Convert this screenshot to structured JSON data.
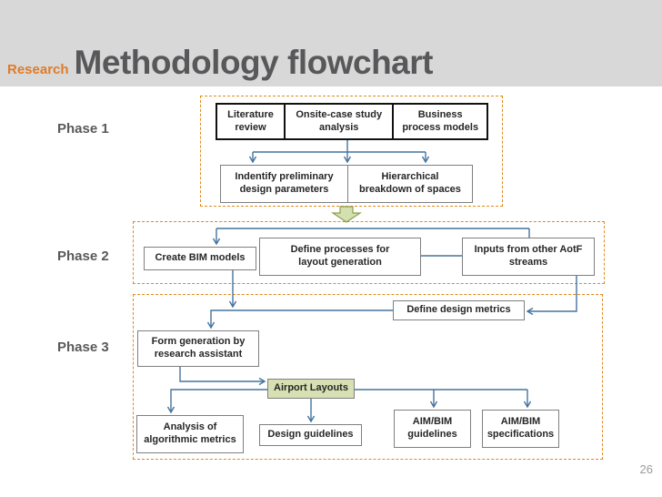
{
  "slide": {
    "title_prefix": "Research",
    "title_main": "Methodology flowchart",
    "page_number": "26"
  },
  "phases": [
    {
      "label": "Phase 1"
    },
    {
      "label": "Phase 2"
    },
    {
      "label": "Phase 3"
    }
  ],
  "boxes": {
    "literature_review": "Literature\nreview",
    "onsite_case": "Onsite-case study\nanalysis",
    "business_models": "Business\nprocess models",
    "identify_params": "Indentify preliminary\ndesign parameters",
    "hierarchical_breakdown": "Hierarchical\nbreakdown of spaces",
    "create_bim": "Create BIM models",
    "define_processes": "Define processes for\nlayout generation",
    "inputs_aotf": "Inputs from other AotF\nstreams",
    "define_metrics": "Define design metrics",
    "form_generation": "Form generation by\nresearch assistant",
    "airport_layouts": "Airport Layouts",
    "analysis_metrics": "Analysis of\nalgorithmic metrics",
    "design_guidelines": "Design guidelines",
    "aim_guidelines": "AIM/BIM\nguidelines",
    "aim_specs": "AIM/BIM\nspecifications"
  },
  "colors": {
    "band_gray": "#d8d8d8",
    "title_gray": "#58585a",
    "accent_orange": "#e07b28",
    "dashed_orange": "#e08a1e",
    "connector_blue": "#44739e",
    "green_fill": "#d6e0b2",
    "green_border": "#8ba04f"
  }
}
